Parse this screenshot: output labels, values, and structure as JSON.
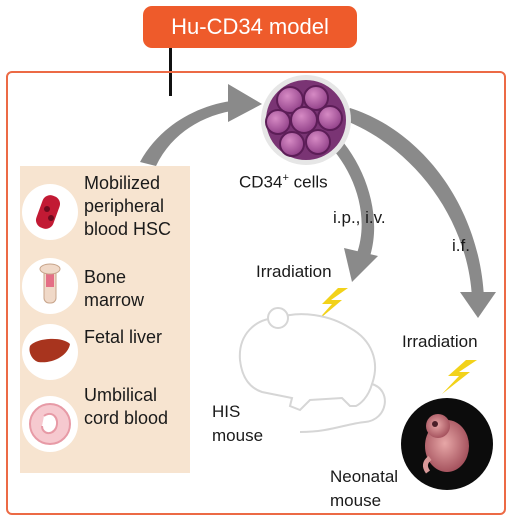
{
  "title": "Hu-CD34 model",
  "sources": [
    {
      "icon": "blood-vessel-icon",
      "label": "Mobilized peripheral blood HSC"
    },
    {
      "icon": "bone-icon",
      "label": "Bone marrow"
    },
    {
      "icon": "liver-icon",
      "label": "Fetal liver"
    },
    {
      "icon": "fetus-icon",
      "label": "Umbilical cord blood"
    }
  ],
  "cells": {
    "label": "CD34",
    "sup": "+",
    "suffix": " cells"
  },
  "routes": {
    "left": "i.p., i.v.",
    "right": "i.f."
  },
  "irradiation_left": "Irradiation",
  "irradiation_right": "Irradiation",
  "his_mouse": "HIS mouse",
  "neonatal_mouse": "Neonatal mouse",
  "colors": {
    "accent": "#ee5b2b",
    "frame": "#ec6a45",
    "panel": "#f7e4d0",
    "arrow": "#8a8a8a",
    "lightning": "#f2d21a"
  }
}
